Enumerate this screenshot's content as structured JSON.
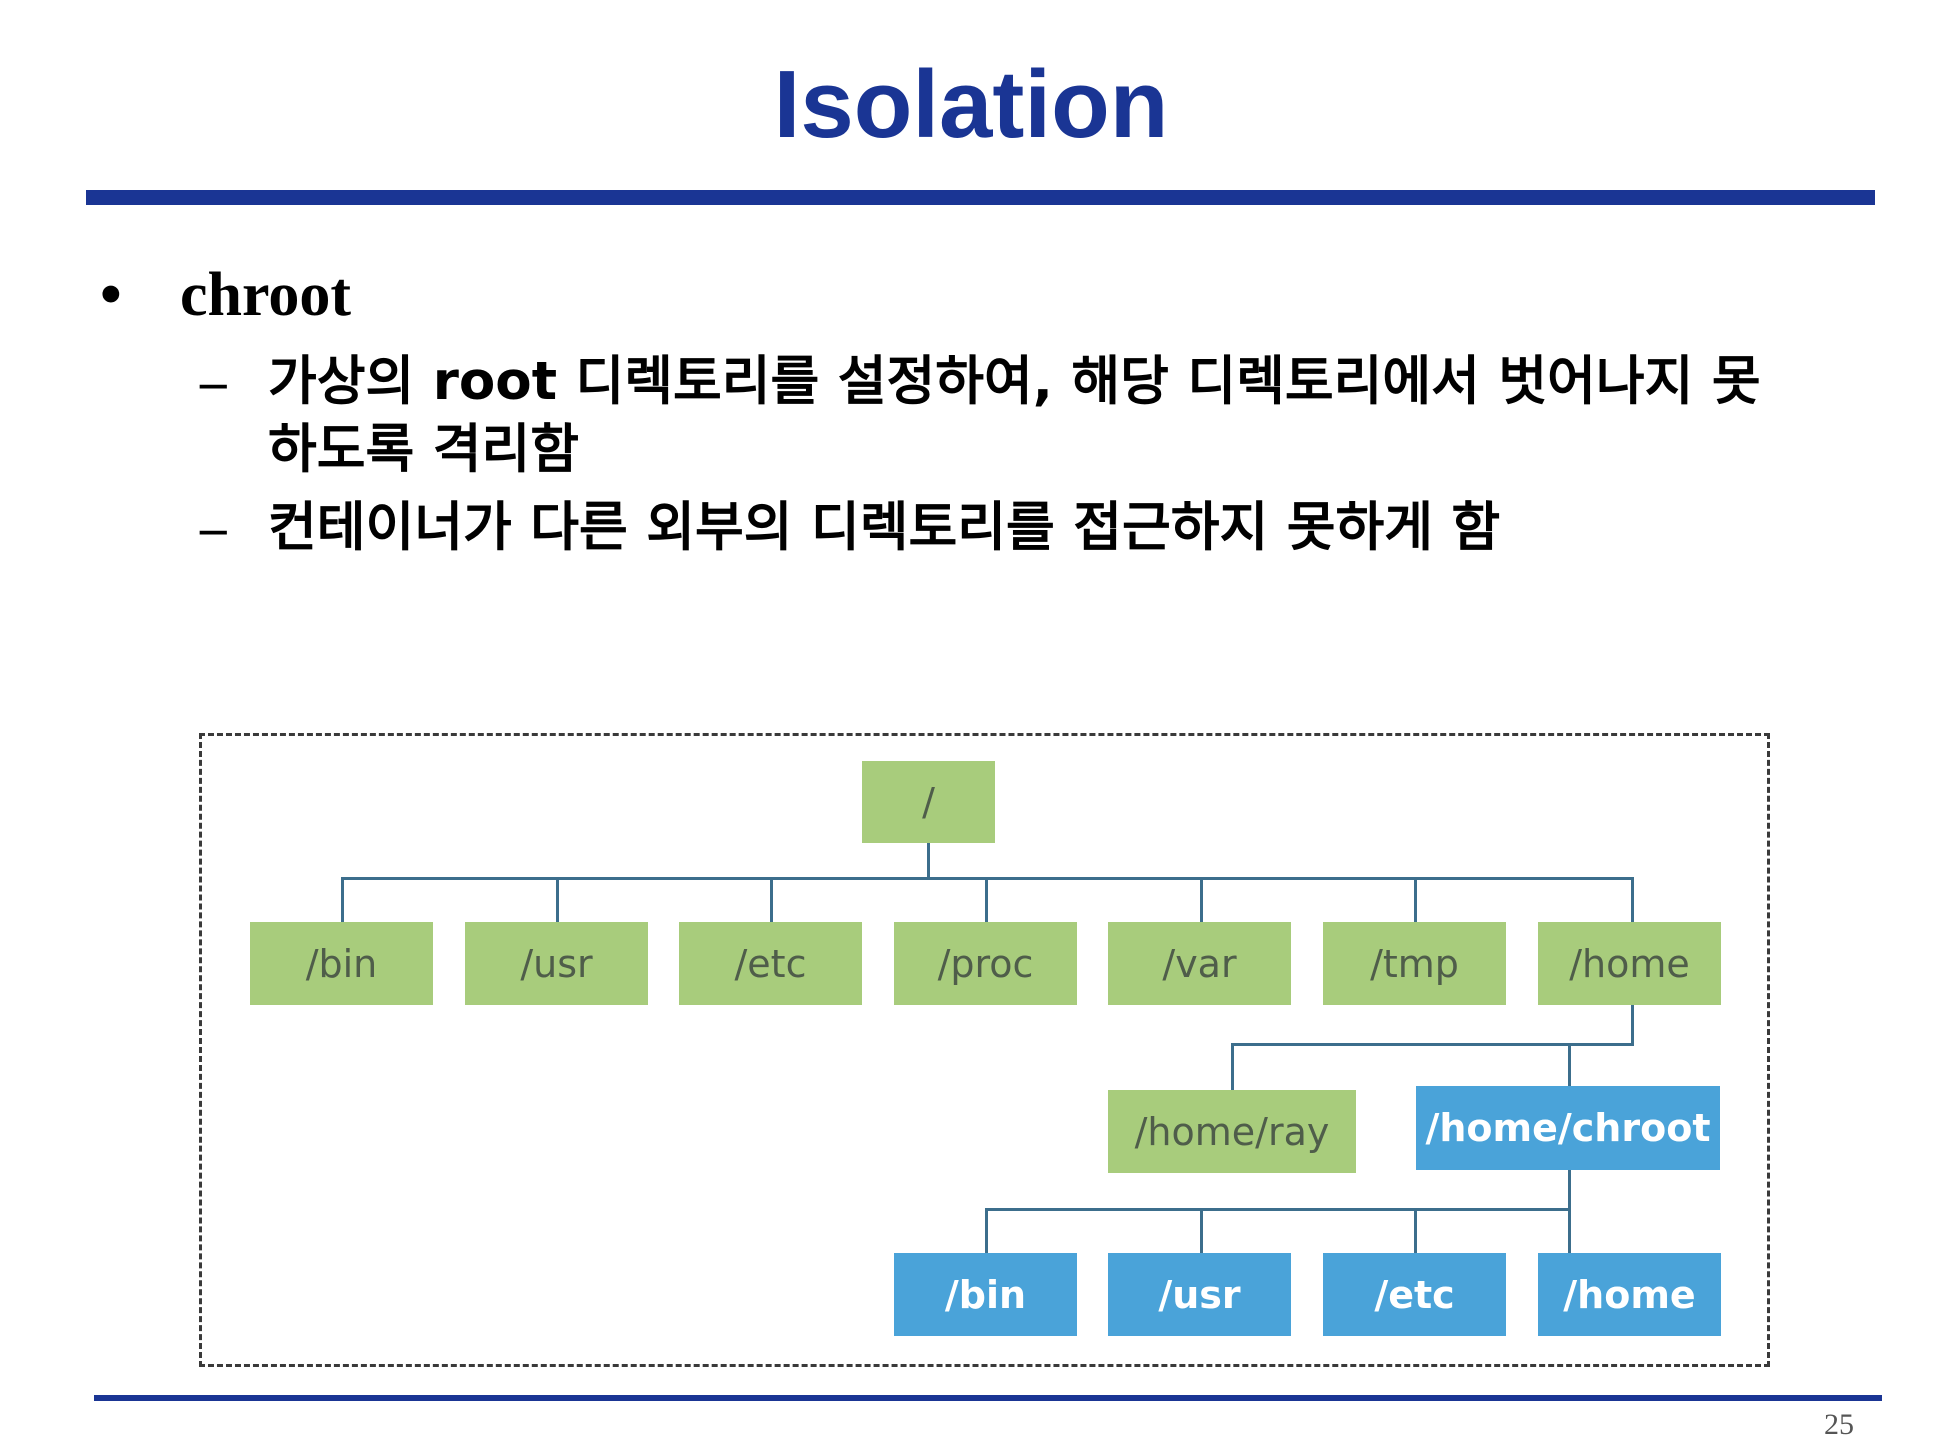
{
  "slide": {
    "title": "Isolation",
    "page_number": "25",
    "accent_color": "#1a3594"
  },
  "bullets": {
    "main_bullet": "•",
    "main_text": "chroot",
    "sub_dash": "–",
    "sub1": "가상의 root 디렉토리를 설정하여, 해당 디렉토리에서 벗어나지 못하도록 격리함",
    "sub2": "컨테이너가 다른 외부의 디렉토리를 접근하지 못하게 함"
  },
  "diagram": {
    "colors": {
      "host": "#a8cc7c",
      "chroot": "#4aa3d9",
      "connector": "#3c6e8c"
    },
    "root": "/",
    "level1": [
      "/bin",
      "/usr",
      "/etc",
      "/proc",
      "/var",
      "/tmp",
      "/home"
    ],
    "home_children": [
      "/home/ray",
      "/home/chroot"
    ],
    "chroot_children": [
      "/bin",
      "/usr",
      "/etc",
      "/home"
    ]
  }
}
